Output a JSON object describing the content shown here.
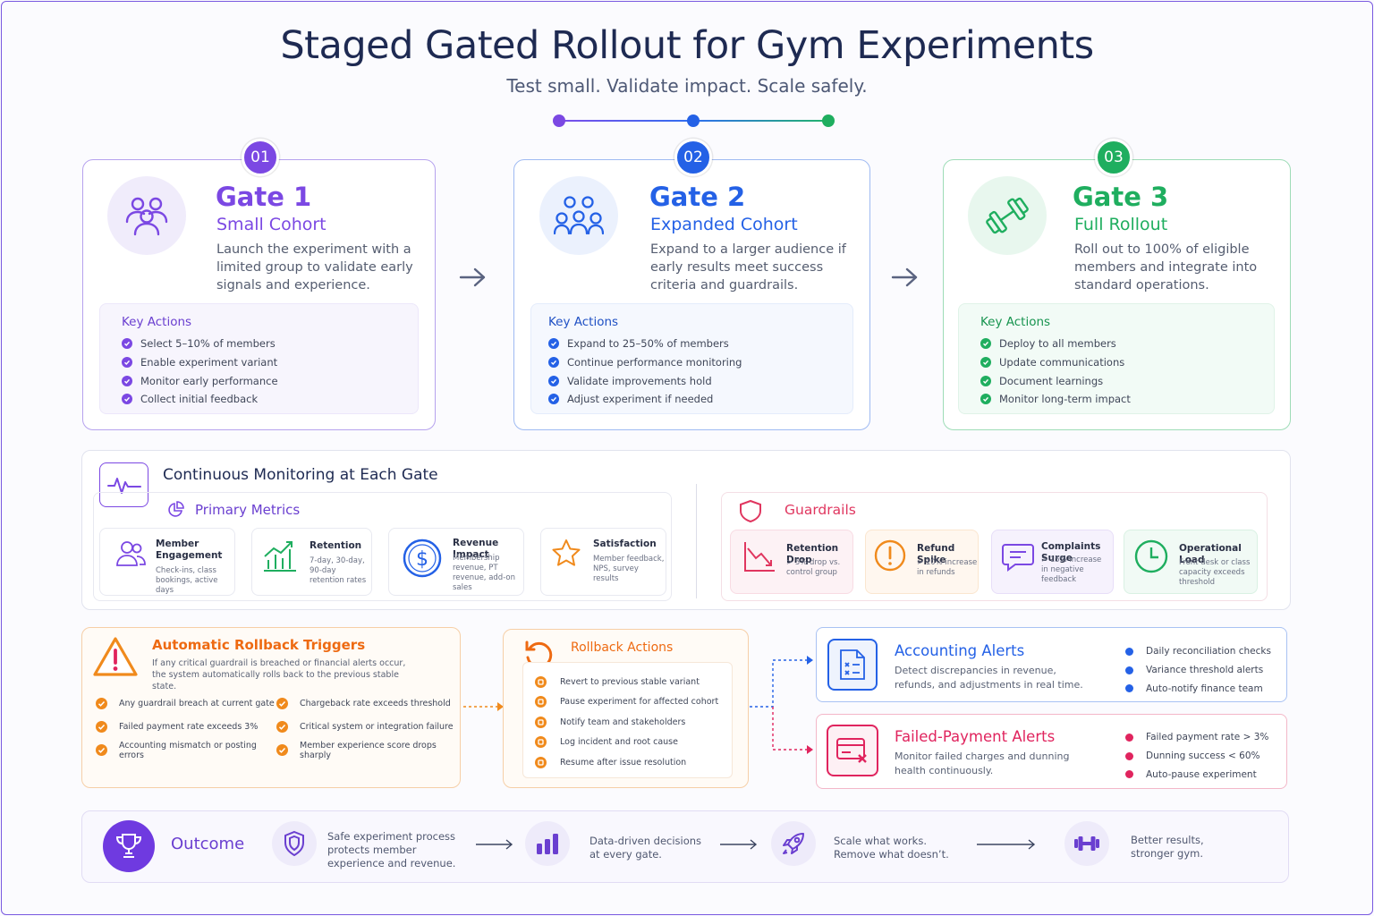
{
  "header": {
    "title": "Staged Gated Rollout for Gym Experiments",
    "subtitle": "Test small. Validate impact. Scale safely."
  },
  "gates": [
    {
      "number": "01",
      "title": "Gate 1",
      "subtitle": "Small Cohort",
      "description": "Launch the experiment with a limited group to validate early signals and experience.",
      "key_actions_label": "Key Actions",
      "actions": [
        "Select 5–10% of members",
        "Enable experiment variant",
        "Monitor early performance",
        "Collect initial feedback"
      ],
      "icon": "users-icon",
      "color": "#7b48e3"
    },
    {
      "number": "02",
      "title": "Gate 2",
      "subtitle": "Expanded Cohort",
      "description": "Expand to a larger audience if early results meet success criteria and guardrails.",
      "key_actions_label": "Key Actions",
      "actions": [
        "Expand to 25–50% of members",
        "Continue performance monitoring",
        "Validate improvements hold",
        "Adjust experiment if needed"
      ],
      "icon": "group-icon",
      "color": "#2461e6"
    },
    {
      "number": "03",
      "title": "Gate 3",
      "subtitle": "Full Rollout",
      "description": "Roll out to 100% of eligible members and integrate into standard operations.",
      "key_actions_label": "Key Actions",
      "actions": [
        "Deploy to all members",
        "Update communications",
        "Document learnings",
        "Monitor long-term impact"
      ],
      "icon": "dumbbell-icon",
      "color": "#1fae5f"
    }
  ],
  "monitoring": {
    "title": "Continuous Monitoring at Each Gate",
    "primary_label": "Primary Metrics",
    "metrics": [
      {
        "title": "Member Engagement",
        "desc": "Check-ins, class bookings, active days"
      },
      {
        "title": "Retention",
        "desc": "7-day, 30-day, 90-day retention rates"
      },
      {
        "title": "Revenue Impact",
        "desc": "Membership revenue, PT revenue, add-on sales"
      },
      {
        "title": "Satisfaction",
        "desc": "Member feedback, NPS, survey results"
      }
    ],
    "guardrails_label": "Guardrails",
    "guardrails": [
      {
        "title": "Retention Drop",
        "desc": "> 5% drop vs. control group",
        "color": "#e0365f"
      },
      {
        "title": "Refund Spike",
        "desc": "> 10% increase in refunds",
        "color": "#f08a1c"
      },
      {
        "title": "Complaints Surge",
        "desc": "> 15% increase in negative feedback",
        "color": "#7b48e3"
      },
      {
        "title": "Operational Load",
        "desc": "Front desk or class capacity exceeds threshold",
        "color": "#1fae5f"
      }
    ]
  },
  "rollback": {
    "title": "Automatic Rollback Triggers",
    "desc": "If any critical guardrail is breached or financial alerts occur, the system automatically rolls back to the previous stable state.",
    "triggers": [
      "Any guardrail breach at current gate",
      "Chargeback rate exceeds threshold",
      "Failed payment rate exceeds 3%",
      "Critical system or integration failure",
      "Accounting mismatch or posting errors",
      "Member experience score drops sharply"
    ],
    "actions_title": "Rollback Actions",
    "actions": [
      "Revert to previous stable variant",
      "Pause experiment for affected cohort",
      "Notify team and stakeholders",
      "Log incident and root cause",
      "Resume after issue resolution"
    ]
  },
  "alerts": [
    {
      "title": "Accounting Alerts",
      "desc": "Detect discrepancies in revenue, refunds, and adjustments in real time.",
      "items": [
        "Daily reconciliation checks",
        "Variance threshold alerts",
        "Auto-notify finance team"
      ],
      "color": "#2461e6"
    },
    {
      "title": "Failed-Payment Alerts",
      "desc": "Monitor failed charges and dunning health continuously.",
      "items": [
        "Failed payment rate > 3%",
        "Dunning success < 60%",
        "Auto-pause experiment"
      ],
      "color": "#e0245e"
    }
  ],
  "outcome": {
    "title": "Outcome",
    "steps": [
      {
        "text": "Safe experiment process protects member experience and revenue.",
        "icon": "shield-icon"
      },
      {
        "text": "Data-driven decisions at every gate.",
        "icon": "bar-chart-icon"
      },
      {
        "text": "Scale what works. Remove what doesn’t.",
        "icon": "rocket-icon"
      },
      {
        "text": "Better results, stronger gym.",
        "icon": "dumbbell-icon"
      }
    ]
  },
  "colors": {
    "purple": "#7b48e3",
    "blue": "#2461e6",
    "green": "#1fae5f",
    "orange": "#f08a1c",
    "red": "#e0245e"
  }
}
